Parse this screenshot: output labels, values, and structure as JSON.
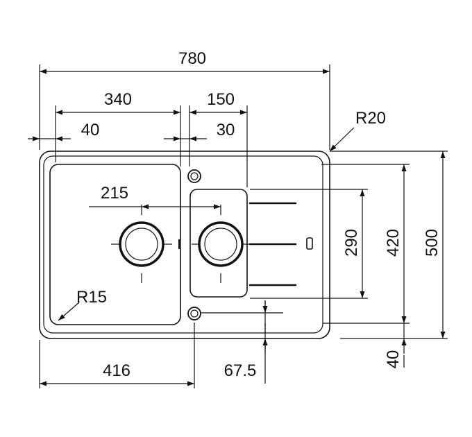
{
  "diagram": {
    "dimensions": {
      "overall_width": "780",
      "main_bowl_offset": "340",
      "second_bowl_width": "150",
      "left_offset": "40",
      "gap_offset": "30",
      "corner_radius_outer": "R20",
      "drain_spacing": "215",
      "inner_corner_radius": "R15",
      "main_bowl_width": "416",
      "overflow_offset": "67.5",
      "drainer_height": "290",
      "inner_height": "420",
      "overall_height": "500",
      "bottom_margin": "40"
    },
    "colors": {
      "line": "#111111",
      "background": "#ffffff"
    }
  }
}
